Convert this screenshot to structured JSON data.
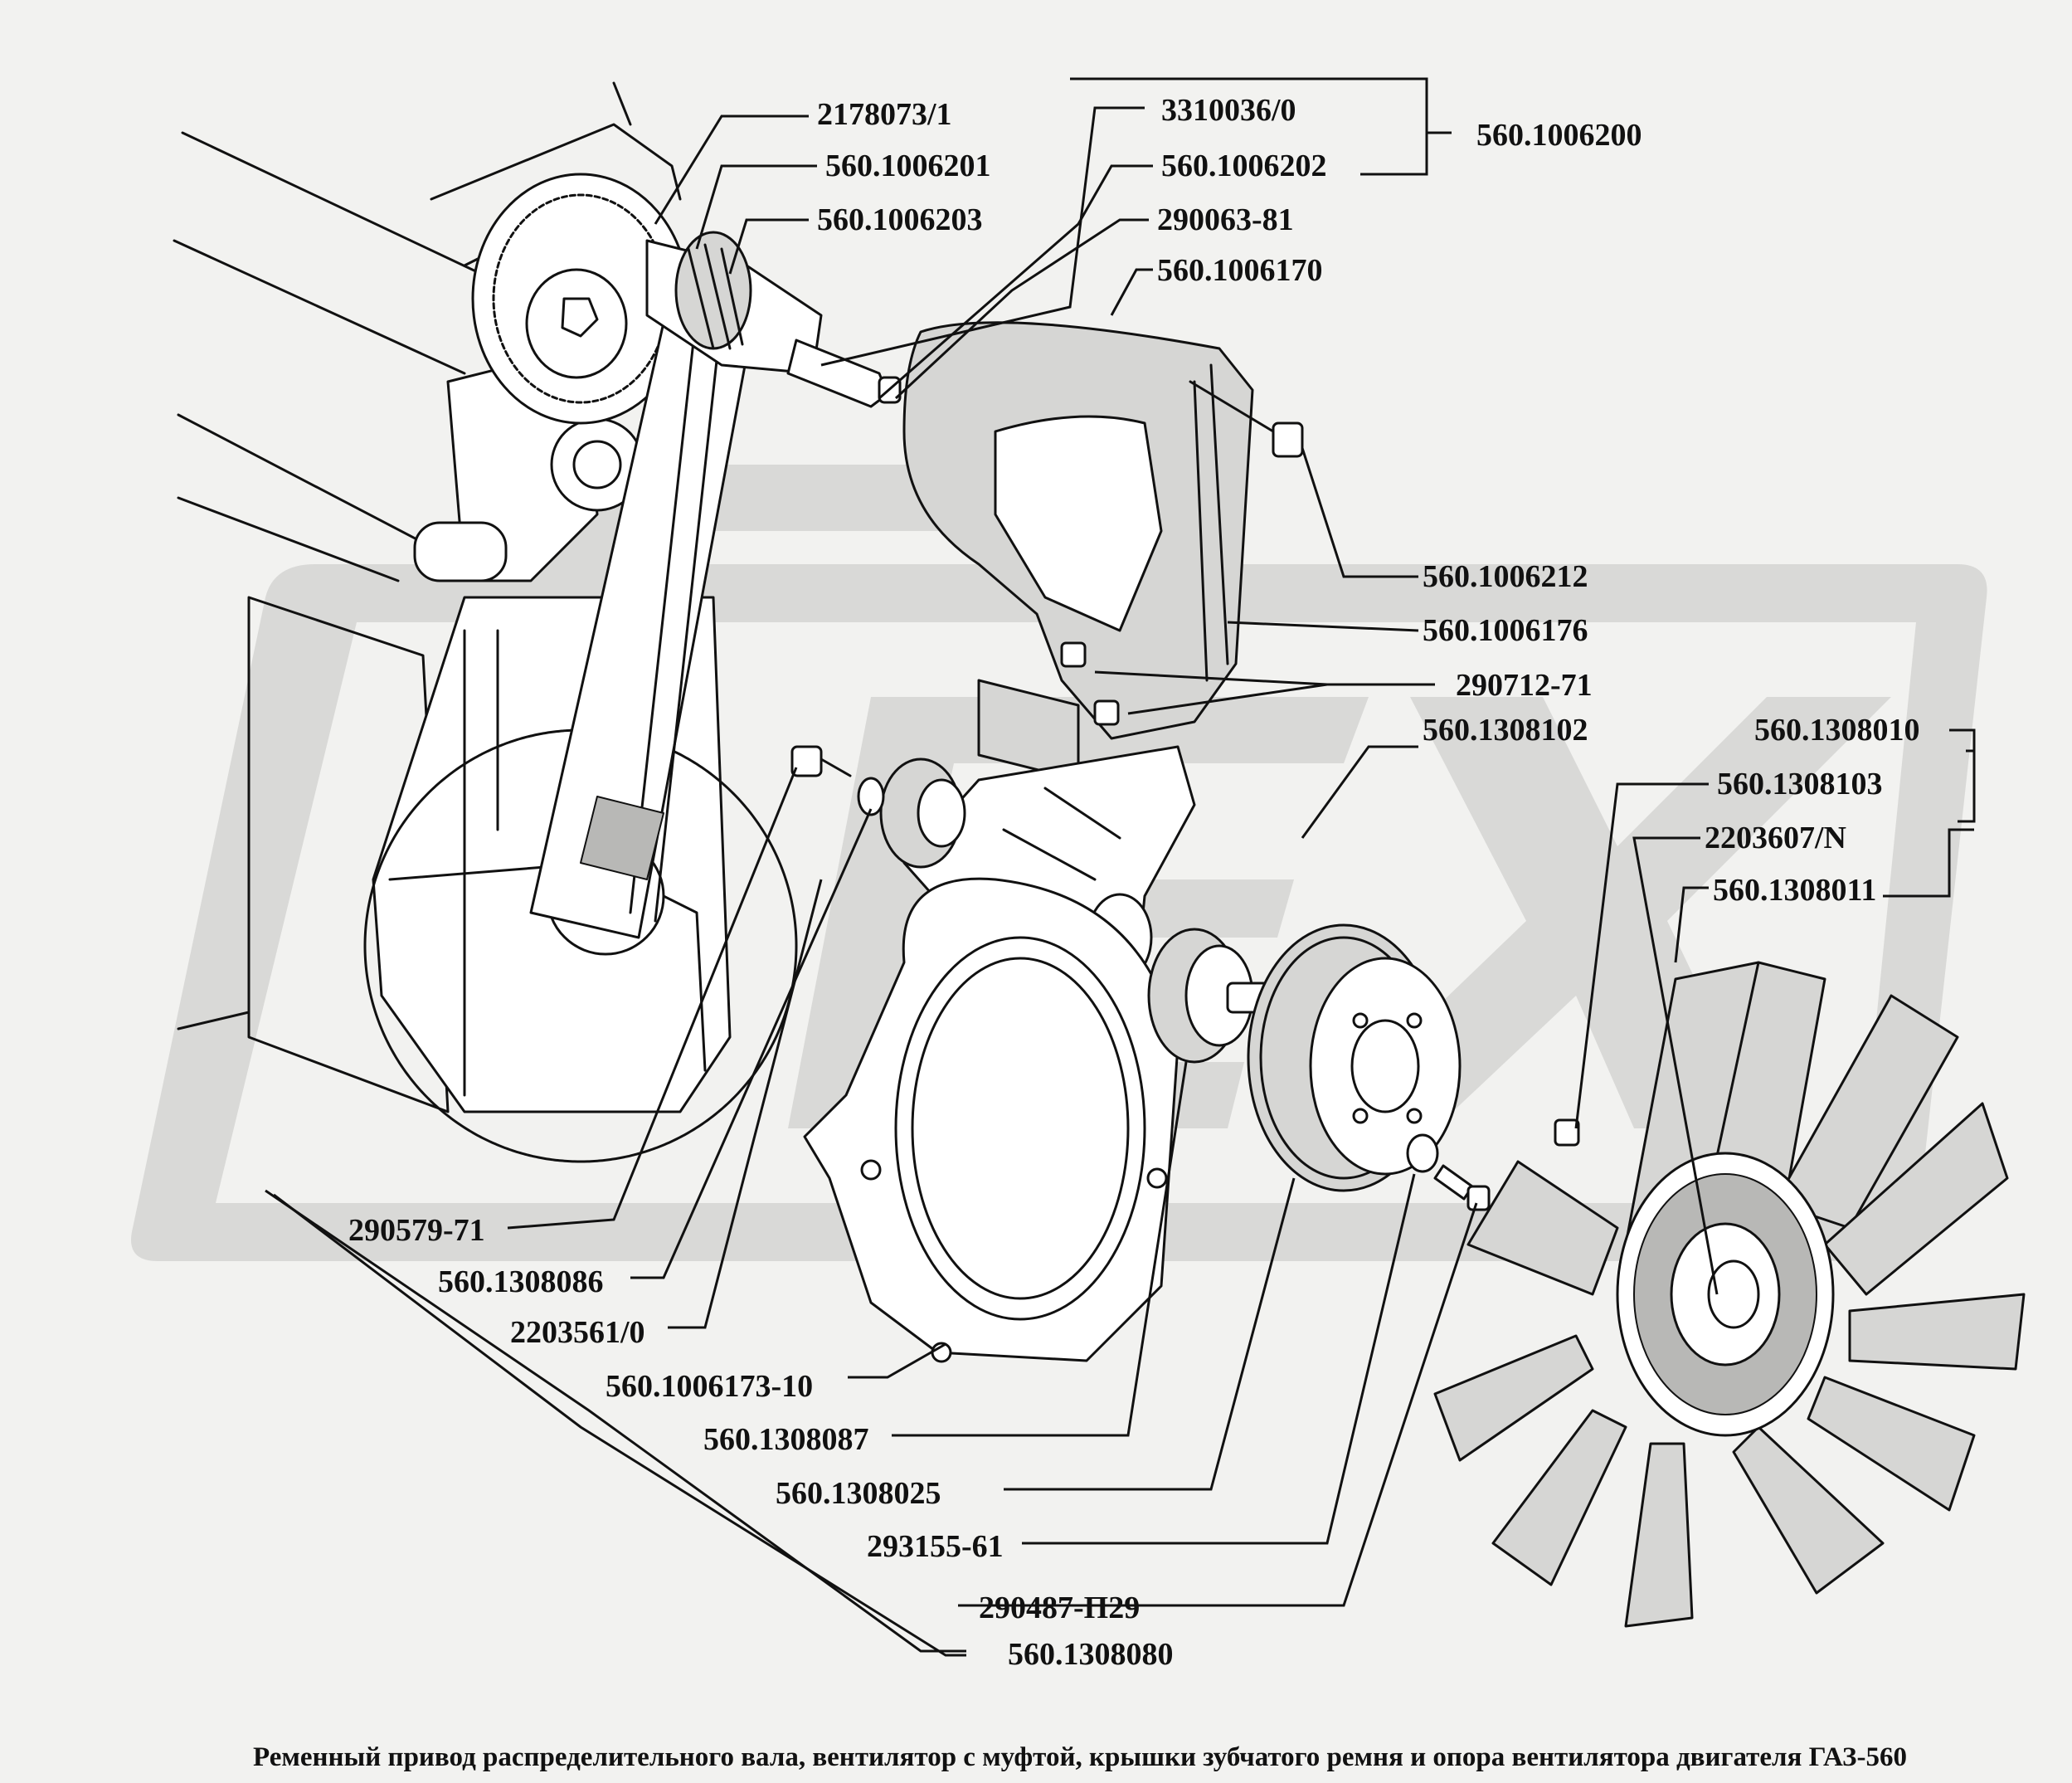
{
  "caption": "Ременный привод распределительного вала,  вентилятор с муфтой, крышки зубчатого  ремня и опора вентилятора двигателя ГАЗ-560",
  "labels": {
    "p2178073": "2178073/1",
    "p3310036": "3310036/0",
    "p1006200": "560.1006200",
    "p1006201": "560.1006201",
    "p1006202": "560.1006202",
    "p1006203": "560.1006203",
    "p290063": "290063-81",
    "p1006170": "560.1006170",
    "p1006212": "560.1006212",
    "p1006176": "560.1006176",
    "p290712": "290712-71",
    "p1308102": "560.1308102",
    "p1308010": "560.1308010",
    "p1308103": "560.1308103",
    "p2203607": "2203607/N",
    "p1308011": "560.1308011",
    "p290579": "290579-71",
    "p1308086": "560.1308086",
    "p2203561": "2203561/0",
    "p1006173": "560.1006173-10",
    "p1308087": "560.1308087",
    "p1308025": "560.1308025",
    "p293155": "293155-61",
    "p290487": "290487-П29",
    "p1308080": "560.1308080"
  },
  "colors": {
    "background": "#f2f2f0",
    "ink": "#111111",
    "watermark": "#d9d9d7",
    "shade": "#b8b8b6"
  }
}
